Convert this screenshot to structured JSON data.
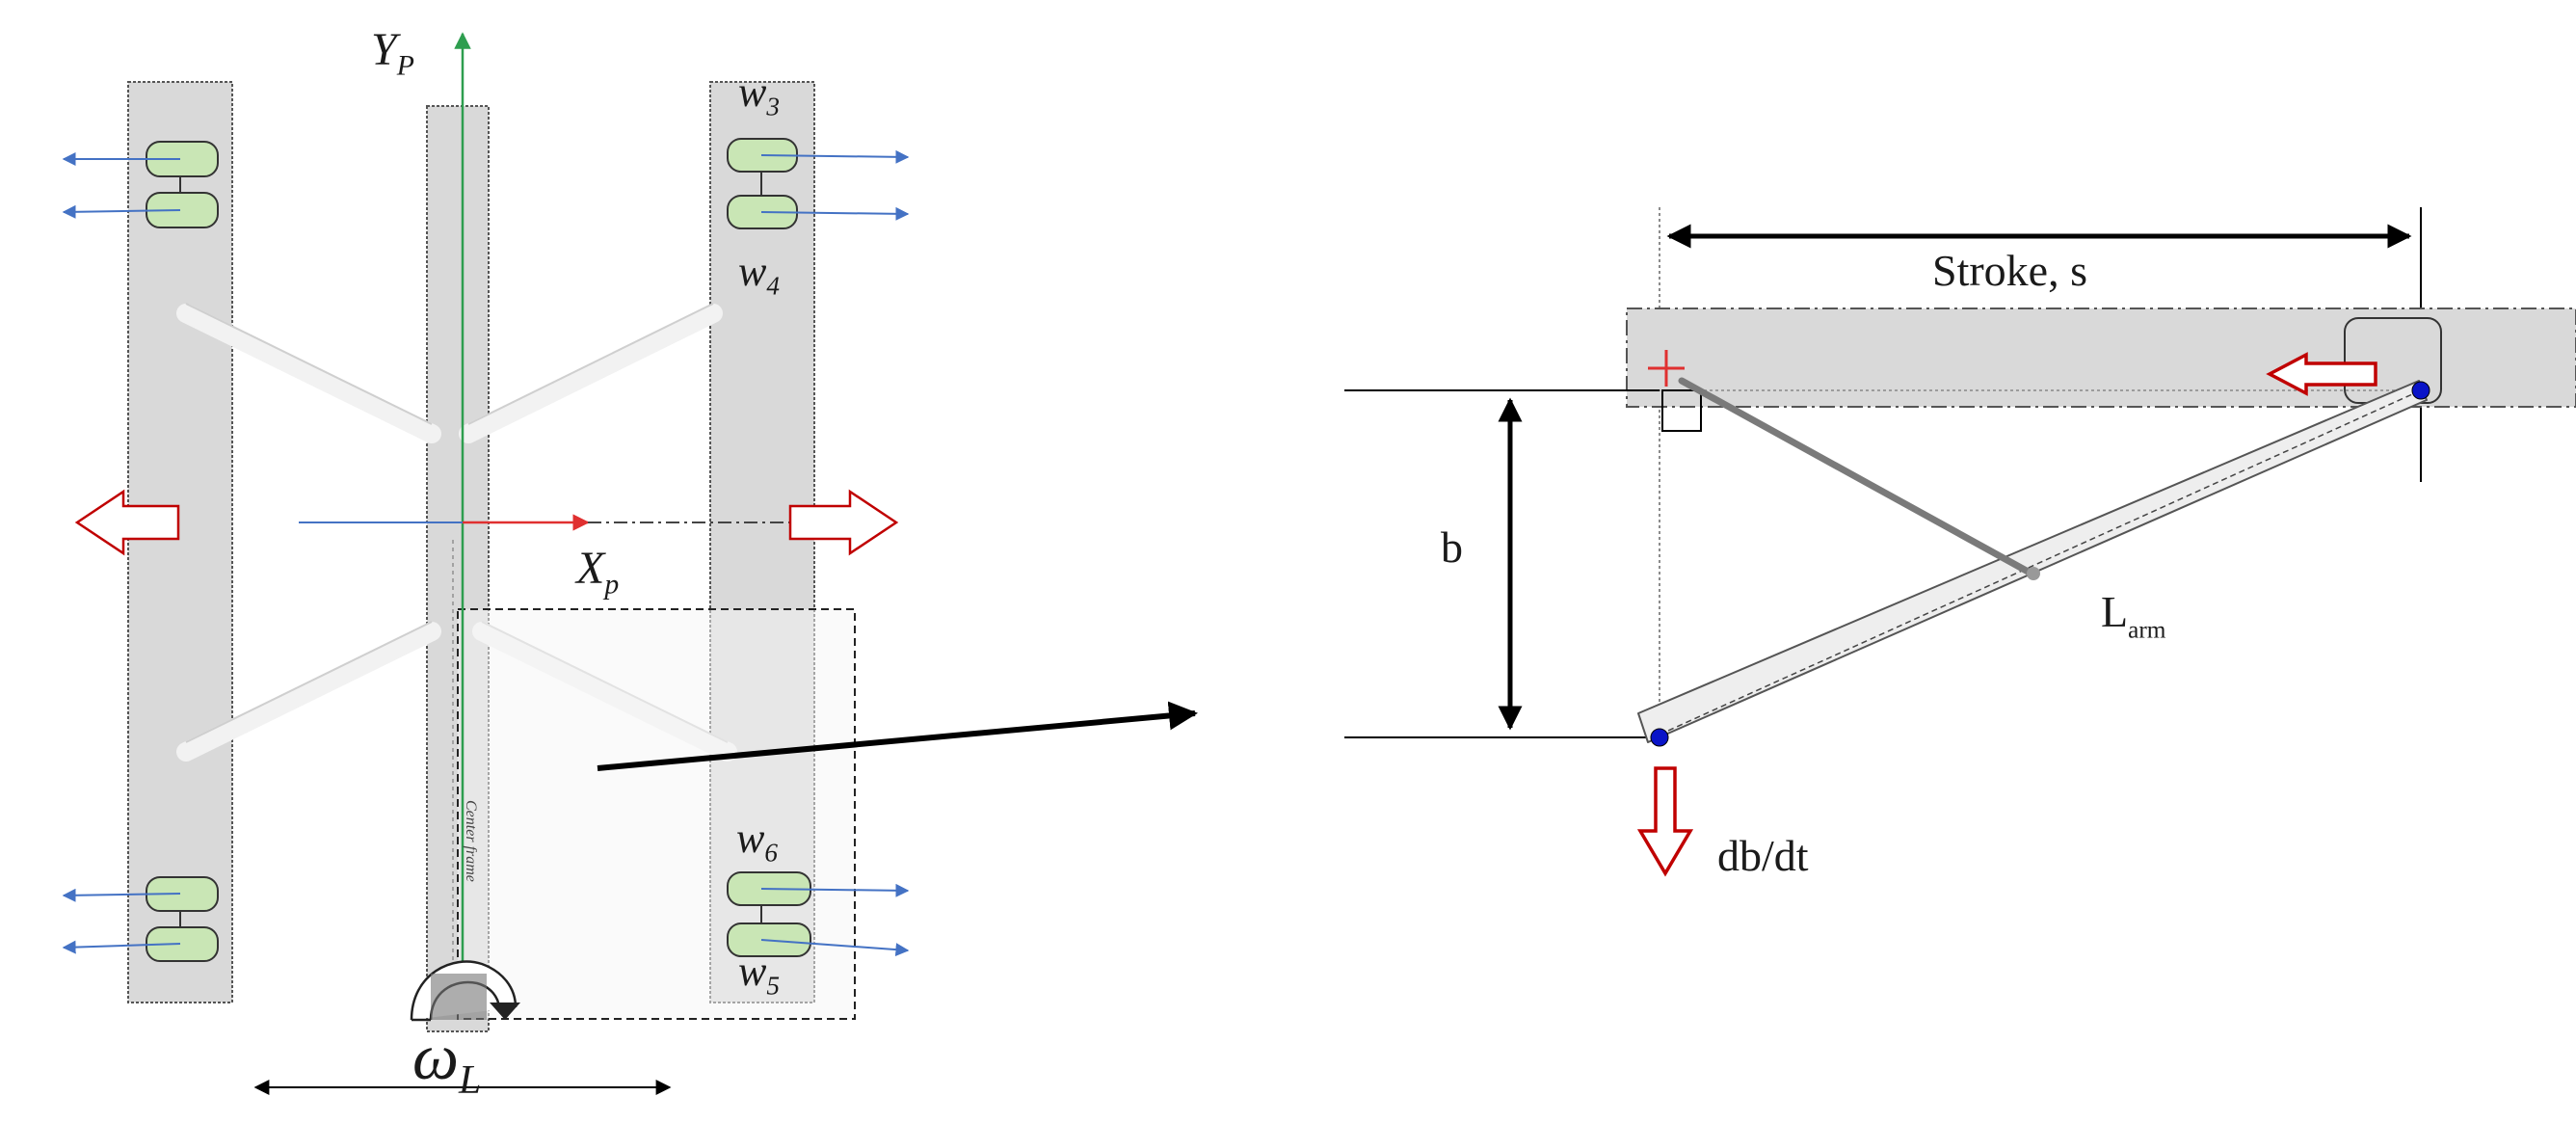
{
  "left_panel": {
    "axis_y_label": {
      "main": "Y",
      "sub": "P"
    },
    "axis_x_label": {
      "main": "X",
      "sub": "p"
    },
    "omega_label": {
      "main": "ω",
      "sub": "L"
    },
    "center_frame_text": "Center frame",
    "wheels": [
      {
        "main": "w",
        "sub": "3"
      },
      {
        "main": "w",
        "sub": "4"
      },
      {
        "main": "w",
        "sub": "6"
      },
      {
        "main": "w",
        "sub": "5"
      }
    ]
  },
  "right_panel": {
    "stroke_label": "Stroke, s",
    "b_label": "b",
    "larm_label": {
      "main": "L",
      "sub": "arm"
    },
    "dbdt_label": "db/dt"
  },
  "colors": {
    "frame_fill": "#d9d9d9",
    "frame_stroke": "#555555",
    "wheel_fill": "#c9e6b5",
    "wheel_stroke": "#333333",
    "wheel_vector": "#4472c4",
    "axis_y": "#2e9e4f",
    "axis_x": "#e03030",
    "big_arrow": "#c00000",
    "pivot": "#0a14c8",
    "brace": "#eeeeee"
  }
}
